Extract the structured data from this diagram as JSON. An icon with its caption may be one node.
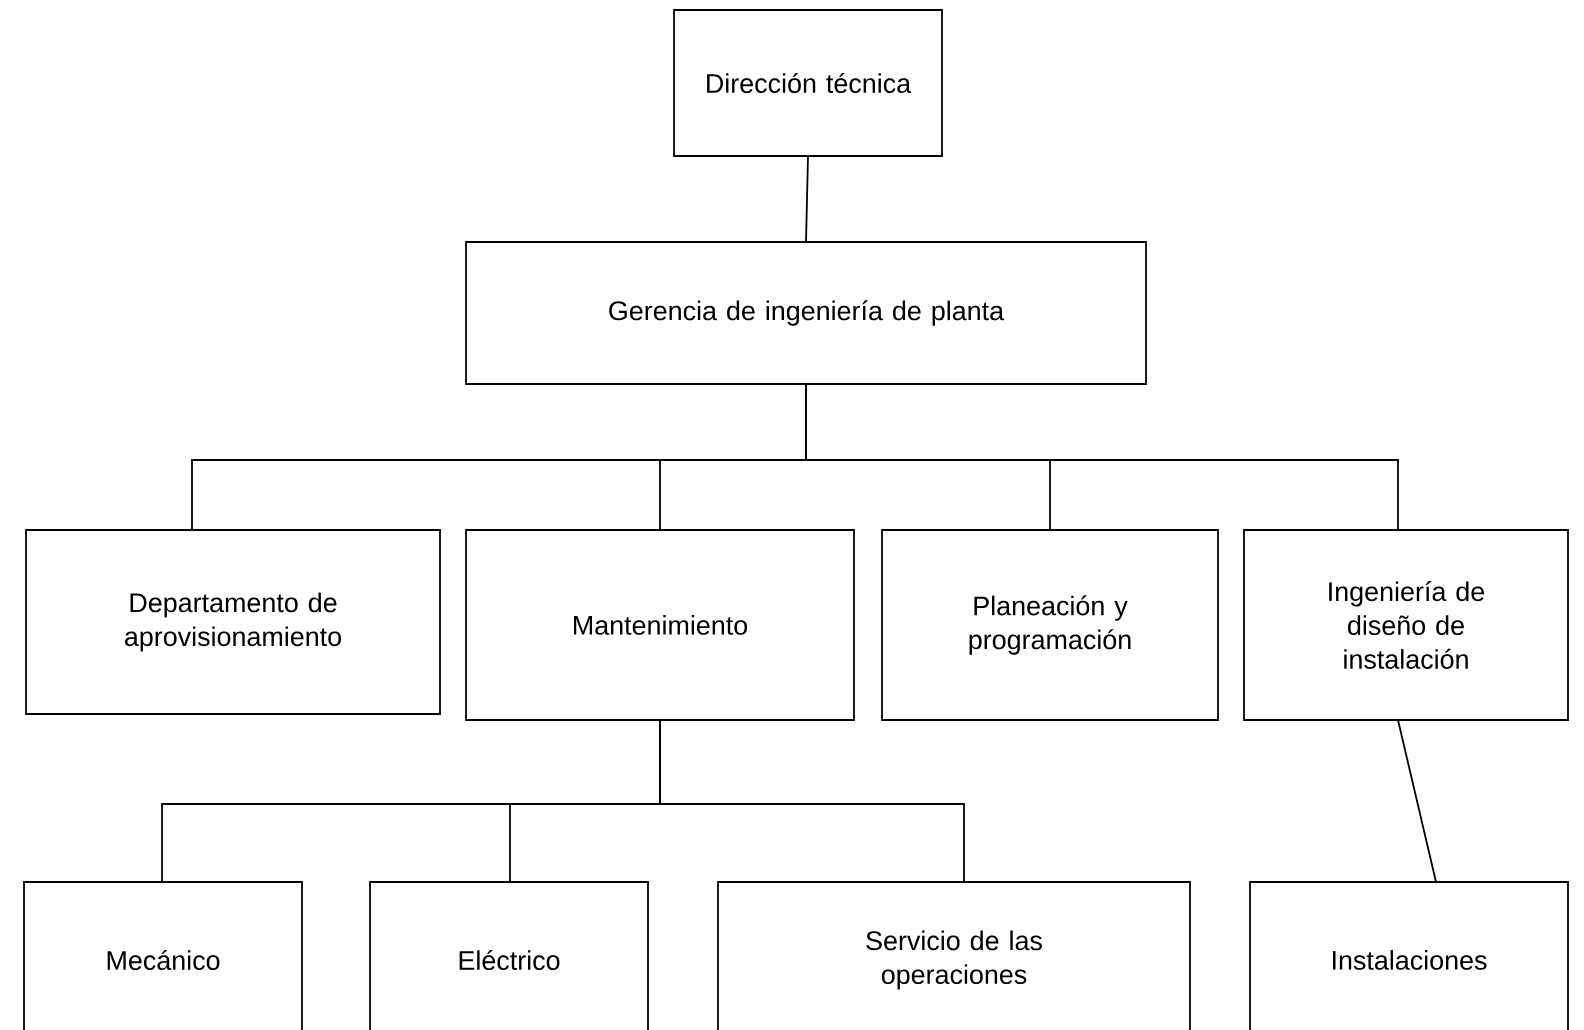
{
  "diagram": {
    "nodes": [
      {
        "text": [
          "Dirección técnica"
        ]
      },
      {
        "text": [
          "Gerencia de ingeniería de planta"
        ]
      },
      {
        "text": [
          "Departamento de aprovisionamiento"
        ]
      },
      {
        "text": [
          "Mantenimiento"
        ]
      },
      {
        "text": [
          "Planeación y programación"
        ]
      },
      {
        "text": [
          "Ingeniería de diseño de instalación"
        ]
      },
      {
        "text": [
          "Mecánico"
        ]
      },
      {
        "text": [
          "Eléctrico"
        ]
      },
      {
        "text": [
          "Servicio de las operaciones"
        ]
      },
      {
        "text": [
          "Instalaciones"
        ]
      }
    ],
    "edges": [
      {
        "from": 0,
        "to": 1,
        "arrow": "none"
      },
      {
        "from": 1,
        "to": 2,
        "arrow": "none"
      },
      {
        "from": 1,
        "to": 3,
        "arrow": "none"
      },
      {
        "from": 1,
        "to": 4,
        "arrow": "none"
      },
      {
        "from": 1,
        "to": 5,
        "arrow": "none"
      },
      {
        "from": 3,
        "to": 6,
        "arrow": "none"
      },
      {
        "from": 3,
        "to": 7,
        "arrow": "none"
      },
      {
        "from": 3,
        "to": 8,
        "arrow": "none"
      },
      {
        "from": 5,
        "to": 9,
        "arrow": "none"
      }
    ]
  }
}
